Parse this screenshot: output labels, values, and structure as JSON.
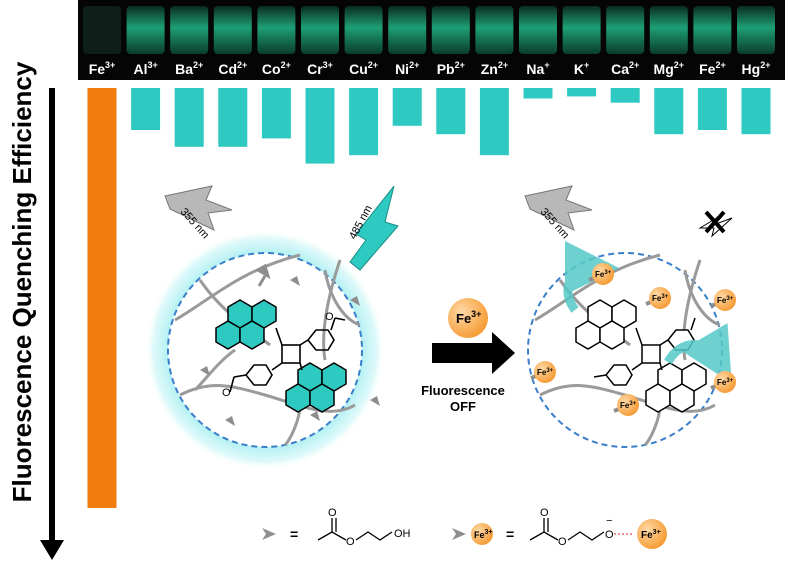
{
  "y_axis_label": "Fluorescence Quenching Efficiency",
  "ions": [
    {
      "base": "Fe",
      "charge": "3+",
      "q": 1.0
    },
    {
      "base": "Al",
      "charge": "3+",
      "q": 0.1
    },
    {
      "base": "Ba",
      "charge": "2+",
      "q": 0.14
    },
    {
      "base": "Cd",
      "charge": "2+",
      "q": 0.14
    },
    {
      "base": "Co",
      "charge": "2+",
      "q": 0.12
    },
    {
      "base": "Cr",
      "charge": "3+",
      "q": 0.18
    },
    {
      "base": "Cu",
      "charge": "2+",
      "q": 0.16
    },
    {
      "base": "Ni",
      "charge": "2+",
      "q": 0.09
    },
    {
      "base": "Pb",
      "charge": "2+",
      "q": 0.11
    },
    {
      "base": "Zn",
      "charge": "2+",
      "q": 0.16
    },
    {
      "base": "Na",
      "charge": "+",
      "q": 0.025
    },
    {
      "base": "K",
      "charge": "+",
      "q": 0.02
    },
    {
      "base": "Ca",
      "charge": "2+",
      "q": 0.035
    },
    {
      "base": "Mg",
      "charge": "2+",
      "q": 0.11
    },
    {
      "base": "Fe",
      "charge": "2+",
      "q": 0.1
    },
    {
      "base": "Hg",
      "charge": "2+",
      "q": 0.11
    }
  ],
  "excitation_label": "355 nm",
  "emission_label": "485 nm",
  "fe_label": "Fe",
  "fe_charge": "3+",
  "arrow_caption_line1": "Fluorescence",
  "arrow_caption_line2": "OFF",
  "legend_oxygen": "O",
  "legend_oh": "OH",
  "legend_minus": "−",
  "legend_equals": "=",
  "colors": {
    "teal": "#2ec9c1",
    "orange": "#f27c0e",
    "glow": "#7fe6ea",
    "dash": "#3a7fc9",
    "fe_ball": "#f8a84a"
  }
}
